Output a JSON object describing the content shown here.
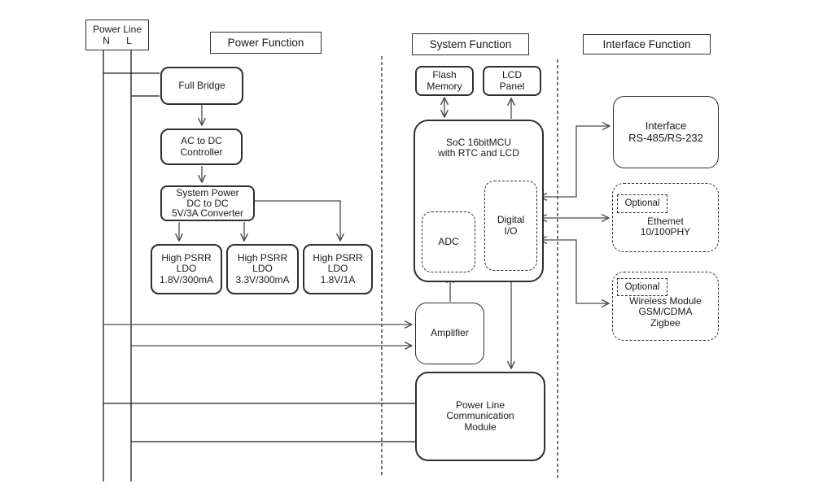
{
  "colors": {
    "connector": "#4a4a4a",
    "rail": "#1a1a1a",
    "box_border": "#2f2f2f",
    "text": "#1a1a1a"
  },
  "power_line_source": {
    "title": "Power Line",
    "neutral_label": "N",
    "live_label": "L"
  },
  "sections": {
    "power": {
      "title": "Power Function"
    },
    "system": {
      "title": "System Function"
    },
    "interface": {
      "title": "Interface Function"
    }
  },
  "power_blocks": {
    "full_bridge": "Full Bridge",
    "ac_to_dc_controller": "AC to DC\nController",
    "system_power_converter": "System Power\nDC to DC\n5V/3A Converter",
    "ldo_1": "High PSRR\nLDO\n1.8V/300mA",
    "ldo_2": "High PSRR\nLDO\n3.3V/300mA",
    "ldo_3": "High PSRR\nLDO\n1.8V/1A"
  },
  "system_blocks": {
    "flash_memory": "Flash\nMemory",
    "lcd_panel": "LCD\nPanel",
    "soc": "SoC 16bitMCU\nwith RTC and LCD",
    "adc": "ADC",
    "digital_io": "Digital\nI/O",
    "amplifier": "Amplifier",
    "plc_module": "Power Line\nCommunication\nModule"
  },
  "interface_blocks": {
    "rs_interface": "Interface\nRS-485/RS-232",
    "optional_label": "Optional",
    "ethernet": "Ethemet\n10/100PHY",
    "wireless": "Wireless Module\nGSM/CDMA\nZigbee"
  }
}
